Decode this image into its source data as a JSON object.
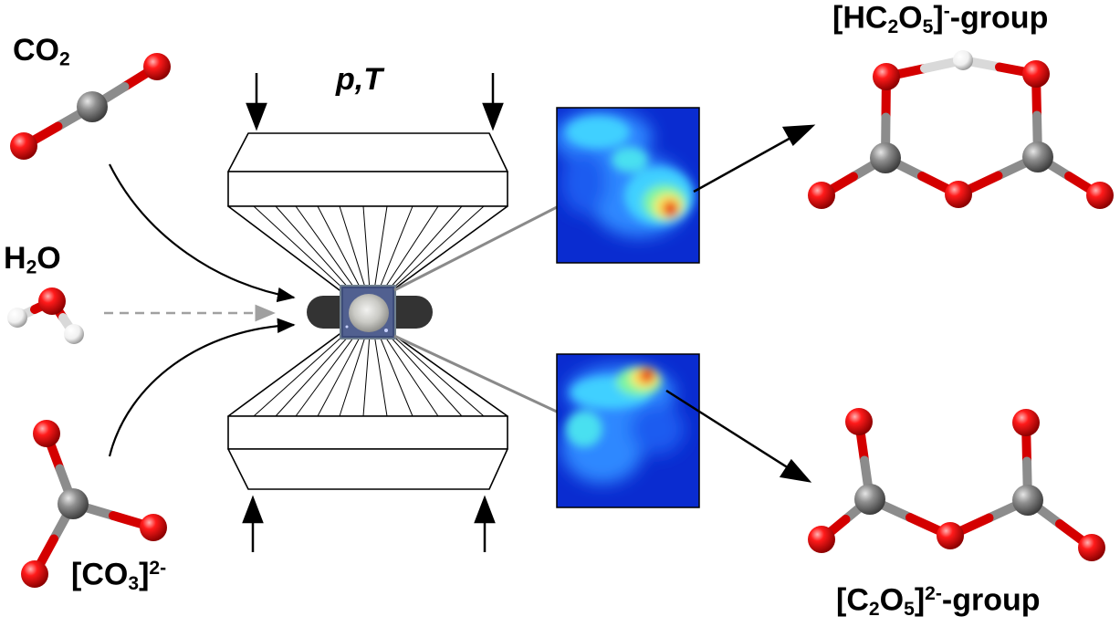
{
  "labels": {
    "co2": {
      "main": "CO",
      "sub": "2"
    },
    "h2o": {
      "main1": "H",
      "sub": "2",
      "main2": "O"
    },
    "co3": {
      "open": "[CO",
      "sub": "3",
      "close": "]",
      "sup": "2-"
    },
    "condition": {
      "p": "p",
      "sep": ",",
      "t": "T"
    },
    "hc2o5": {
      "open": "[HC",
      "sub1": "2",
      "mid": "O",
      "sub2": "5",
      "close": "]",
      "sup": "-",
      "suffix": "-group"
    },
    "c2o5": {
      "open": "[C",
      "sub1": "2",
      "mid": "O",
      "sub2": "5",
      "close": "]",
      "sup": "2-",
      "suffix": "-group"
    }
  },
  "colors": {
    "oxygen": "#e8000b",
    "carbon": "#7a7a7a",
    "hydrogen": "#ffffff",
    "bond_oxygen": "#d40000",
    "bond_carbon": "#8c8c8c",
    "gasket": "#333333",
    "dashed_arrow": "#a0a0a0",
    "projection_line": "#8a8a8a"
  },
  "icons": {
    "co2": "co2-molecule-icon",
    "h2o": "water-molecule-icon",
    "co3": "carbonate-molecule-icon",
    "hc2o5": "hydrogen-pyrocarbonate-molecule-icon",
    "c2o5": "pyrocarbonate-molecule-icon",
    "anvil_cell": "diamond-anvil-cell-icon",
    "map_top": "intensity-heatmap-icon",
    "map_bottom": "intensity-heatmap-icon"
  }
}
